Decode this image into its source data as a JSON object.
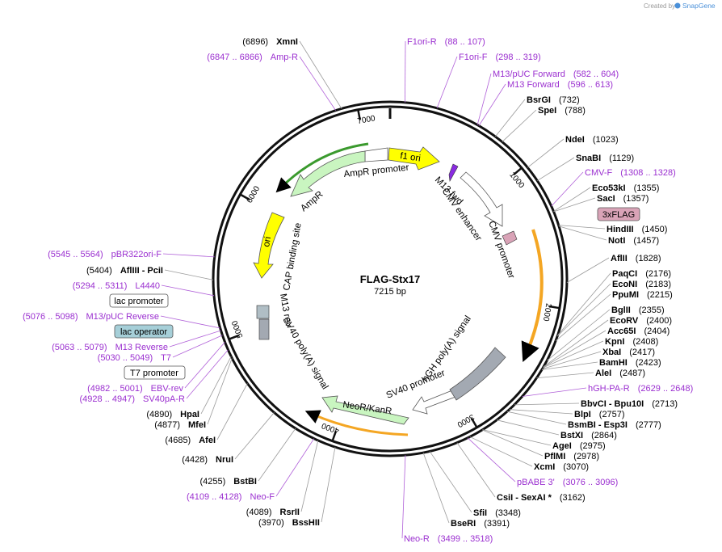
{
  "header": {
    "created_by": "Created by",
    "brand": "SnapGene"
  },
  "plasmid": {
    "name": "FLAG-Stx17",
    "length_bp": 7215,
    "length_label": "7215 bp"
  },
  "colors": {
    "primer": "#9b30d0",
    "enzyme": "#000000",
    "ampr": "#c9f5c0",
    "ori": "#ffff00",
    "orf": "#f4a623",
    "neo": "#c9f5c0",
    "polyA": "#a3a9b2",
    "flag": "#d9a3b7"
  },
  "ticks": [
    {
      "bp": 1000,
      "label": "1000"
    },
    {
      "bp": 2000,
      "label": "2000"
    },
    {
      "bp": 3000,
      "label": "3000"
    },
    {
      "bp": 4000,
      "label": "4000"
    },
    {
      "bp": 5000,
      "label": "5000"
    },
    {
      "bp": 6000,
      "label": "6000"
    },
    {
      "bp": 7000,
      "label": "7000"
    }
  ],
  "features": [
    {
      "name": "f1 ori",
      "label": "f1 ori",
      "kind": "ori"
    },
    {
      "name": "AmpR promoter",
      "label": "AmpR promoter",
      "kind": "promoter"
    },
    {
      "name": "AmpR",
      "label": "AmpR",
      "kind": "cds"
    },
    {
      "name": "ori",
      "label": "ori",
      "kind": "ori"
    },
    {
      "name": "CAP binding site",
      "label": "CAP binding site",
      "kind": "misc"
    },
    {
      "name": "M13 rev",
      "label": "M13 rev",
      "kind": "primer_bind"
    },
    {
      "name": "SV40 poly(A) signal",
      "label": "SV40 poly(A) signal",
      "kind": "terminator"
    },
    {
      "name": "NeoR/KanR",
      "label": "NeoR/KanR",
      "kind": "cds"
    },
    {
      "name": "SV40 promoter",
      "label": "SV40 promoter",
      "kind": "promoter"
    },
    {
      "name": "hGH poly(A) signal",
      "label": "hGH poly(A) signal",
      "kind": "terminator"
    },
    {
      "name": "CMV promoter",
      "label": "CMV promoter",
      "kind": "promoter"
    },
    {
      "name": "CMV enhancer",
      "label": "CMV enhancer",
      "kind": "enhancer"
    },
    {
      "name": "M13 fwd",
      "label": "M13 fwd",
      "kind": "primer_bind"
    },
    {
      "name": "3xFLAG",
      "label": "3xFLAG",
      "kind": "tag"
    }
  ],
  "boxed_features": [
    {
      "name": "lac promoter",
      "label": "lac promoter"
    },
    {
      "name": "lac operator",
      "label": "lac operator"
    },
    {
      "name": "T7 promoter",
      "label": "T7 promoter"
    },
    {
      "name": "3xFLAG",
      "label": "3xFLAG"
    }
  ],
  "labels": [
    {
      "kind": "enzyme",
      "name": "XmnI",
      "pos": "(6896)"
    },
    {
      "kind": "primer",
      "name": "Amp-R",
      "pos": "(6847 .. 6866)"
    },
    {
      "kind": "primer",
      "name": "F1ori-R",
      "pos": "(88 .. 107)"
    },
    {
      "kind": "primer",
      "name": "F1ori-F",
      "pos": "(298 .. 319)"
    },
    {
      "kind": "primer",
      "name": "M13/pUC Forward",
      "pos": "(582 .. 604)"
    },
    {
      "kind": "primer",
      "name": "M13 Forward",
      "pos": "(596 .. 613)"
    },
    {
      "kind": "enzyme",
      "name": "BsrGI",
      "pos": "(732)"
    },
    {
      "kind": "enzyme",
      "name": "SpeI",
      "pos": "(788)"
    },
    {
      "kind": "enzyme",
      "name": "NdeI",
      "pos": "(1023)"
    },
    {
      "kind": "enzyme",
      "name": "SnaBI",
      "pos": "(1129)"
    },
    {
      "kind": "primer",
      "name": "CMV-F",
      "pos": "(1308 .. 1328)"
    },
    {
      "kind": "enzyme",
      "name": "Eco53kI",
      "pos": "(1355)"
    },
    {
      "kind": "enzyme",
      "name": "SacI",
      "pos": "(1357)"
    },
    {
      "kind": "enzyme",
      "name": "HindIII",
      "pos": "(1450)"
    },
    {
      "kind": "enzyme",
      "name": "NotI",
      "pos": "(1457)"
    },
    {
      "kind": "enzyme",
      "name": "AflII",
      "pos": "(1828)"
    },
    {
      "kind": "enzyme",
      "name": "PaqCI",
      "pos": "(2176)"
    },
    {
      "kind": "enzyme",
      "name": "EcoNI",
      "pos": "(2183)"
    },
    {
      "kind": "enzyme",
      "name": "PpuMI",
      "pos": "(2215)"
    },
    {
      "kind": "enzyme",
      "name": "BglII",
      "pos": "(2355)"
    },
    {
      "kind": "enzyme",
      "name": "EcoRV",
      "pos": "(2400)"
    },
    {
      "kind": "enzyme",
      "name": "Acc65I",
      "pos": "(2404)"
    },
    {
      "kind": "enzyme",
      "name": "KpnI",
      "pos": "(2408)"
    },
    {
      "kind": "enzyme",
      "name": "XbaI",
      "pos": "(2417)"
    },
    {
      "kind": "enzyme",
      "name": "BamHI",
      "pos": "(2423)"
    },
    {
      "kind": "enzyme",
      "name": "AleI",
      "pos": "(2487)"
    },
    {
      "kind": "primer",
      "name": "hGH-PA-R",
      "pos": "(2629 .. 2648)"
    },
    {
      "kind": "enzyme",
      "name": "BbvCI  -  Bpu10I",
      "pos": "(2713)"
    },
    {
      "kind": "enzyme",
      "name": "BlpI",
      "pos": "(2757)"
    },
    {
      "kind": "enzyme",
      "name": "BsmBI  -  Esp3I",
      "pos": "(2777)"
    },
    {
      "kind": "enzyme",
      "name": "BstXI",
      "pos": "(2864)"
    },
    {
      "kind": "enzyme",
      "name": "AgeI",
      "pos": "(2975)"
    },
    {
      "kind": "enzyme",
      "name": "PflMI",
      "pos": "(2978)"
    },
    {
      "kind": "enzyme",
      "name": "XcmI",
      "pos": "(3070)"
    },
    {
      "kind": "primer",
      "name": "pBABE 3'",
      "pos": "(3076 .. 3096)"
    },
    {
      "kind": "enzyme",
      "name": "CsiI  -  SexAI *",
      "pos": "(3162)"
    },
    {
      "kind": "enzyme",
      "name": "SfiI",
      "pos": "(3348)"
    },
    {
      "kind": "enzyme",
      "name": "BseRI",
      "pos": "(3391)"
    },
    {
      "kind": "primer",
      "name": "Neo-R",
      "pos": "(3499 .. 3518)"
    },
    {
      "kind": "enzyme",
      "name": "BssHII",
      "pos": "(3970)"
    },
    {
      "kind": "enzyme",
      "name": "RsrII",
      "pos": "(4089)"
    },
    {
      "kind": "primer",
      "name": "Neo-F",
      "pos": "(4109 .. 4128)"
    },
    {
      "kind": "enzyme",
      "name": "BstBI",
      "pos": "(4255)"
    },
    {
      "kind": "enzyme",
      "name": "NruI",
      "pos": "(4428)"
    },
    {
      "kind": "enzyme",
      "name": "AfeI",
      "pos": "(4685)"
    },
    {
      "kind": "enzyme",
      "name": "MfeI",
      "pos": "(4877)"
    },
    {
      "kind": "enzyme",
      "name": "HpaI",
      "pos": "(4890)"
    },
    {
      "kind": "primer",
      "name": "SV40pA-R",
      "pos": "(4928 .. 4947)"
    },
    {
      "kind": "primer",
      "name": "EBV-rev",
      "pos": "(4982 .. 5001)"
    },
    {
      "kind": "primer",
      "name": "T7",
      "pos": "(5030 .. 5049)"
    },
    {
      "kind": "primer",
      "name": "M13 Reverse",
      "pos": "(5063 .. 5079)"
    },
    {
      "kind": "primer",
      "name": "M13/pUC Reverse",
      "pos": "(5076 .. 5098)"
    },
    {
      "kind": "primer",
      "name": "L4440",
      "pos": "(5294 .. 5311)"
    },
    {
      "kind": "enzyme",
      "name": "AflIII  -  PciI",
      "pos": "(5404)"
    },
    {
      "kind": "primer",
      "name": "pBR322ori-F",
      "pos": "(5545 .. 5564)"
    }
  ]
}
